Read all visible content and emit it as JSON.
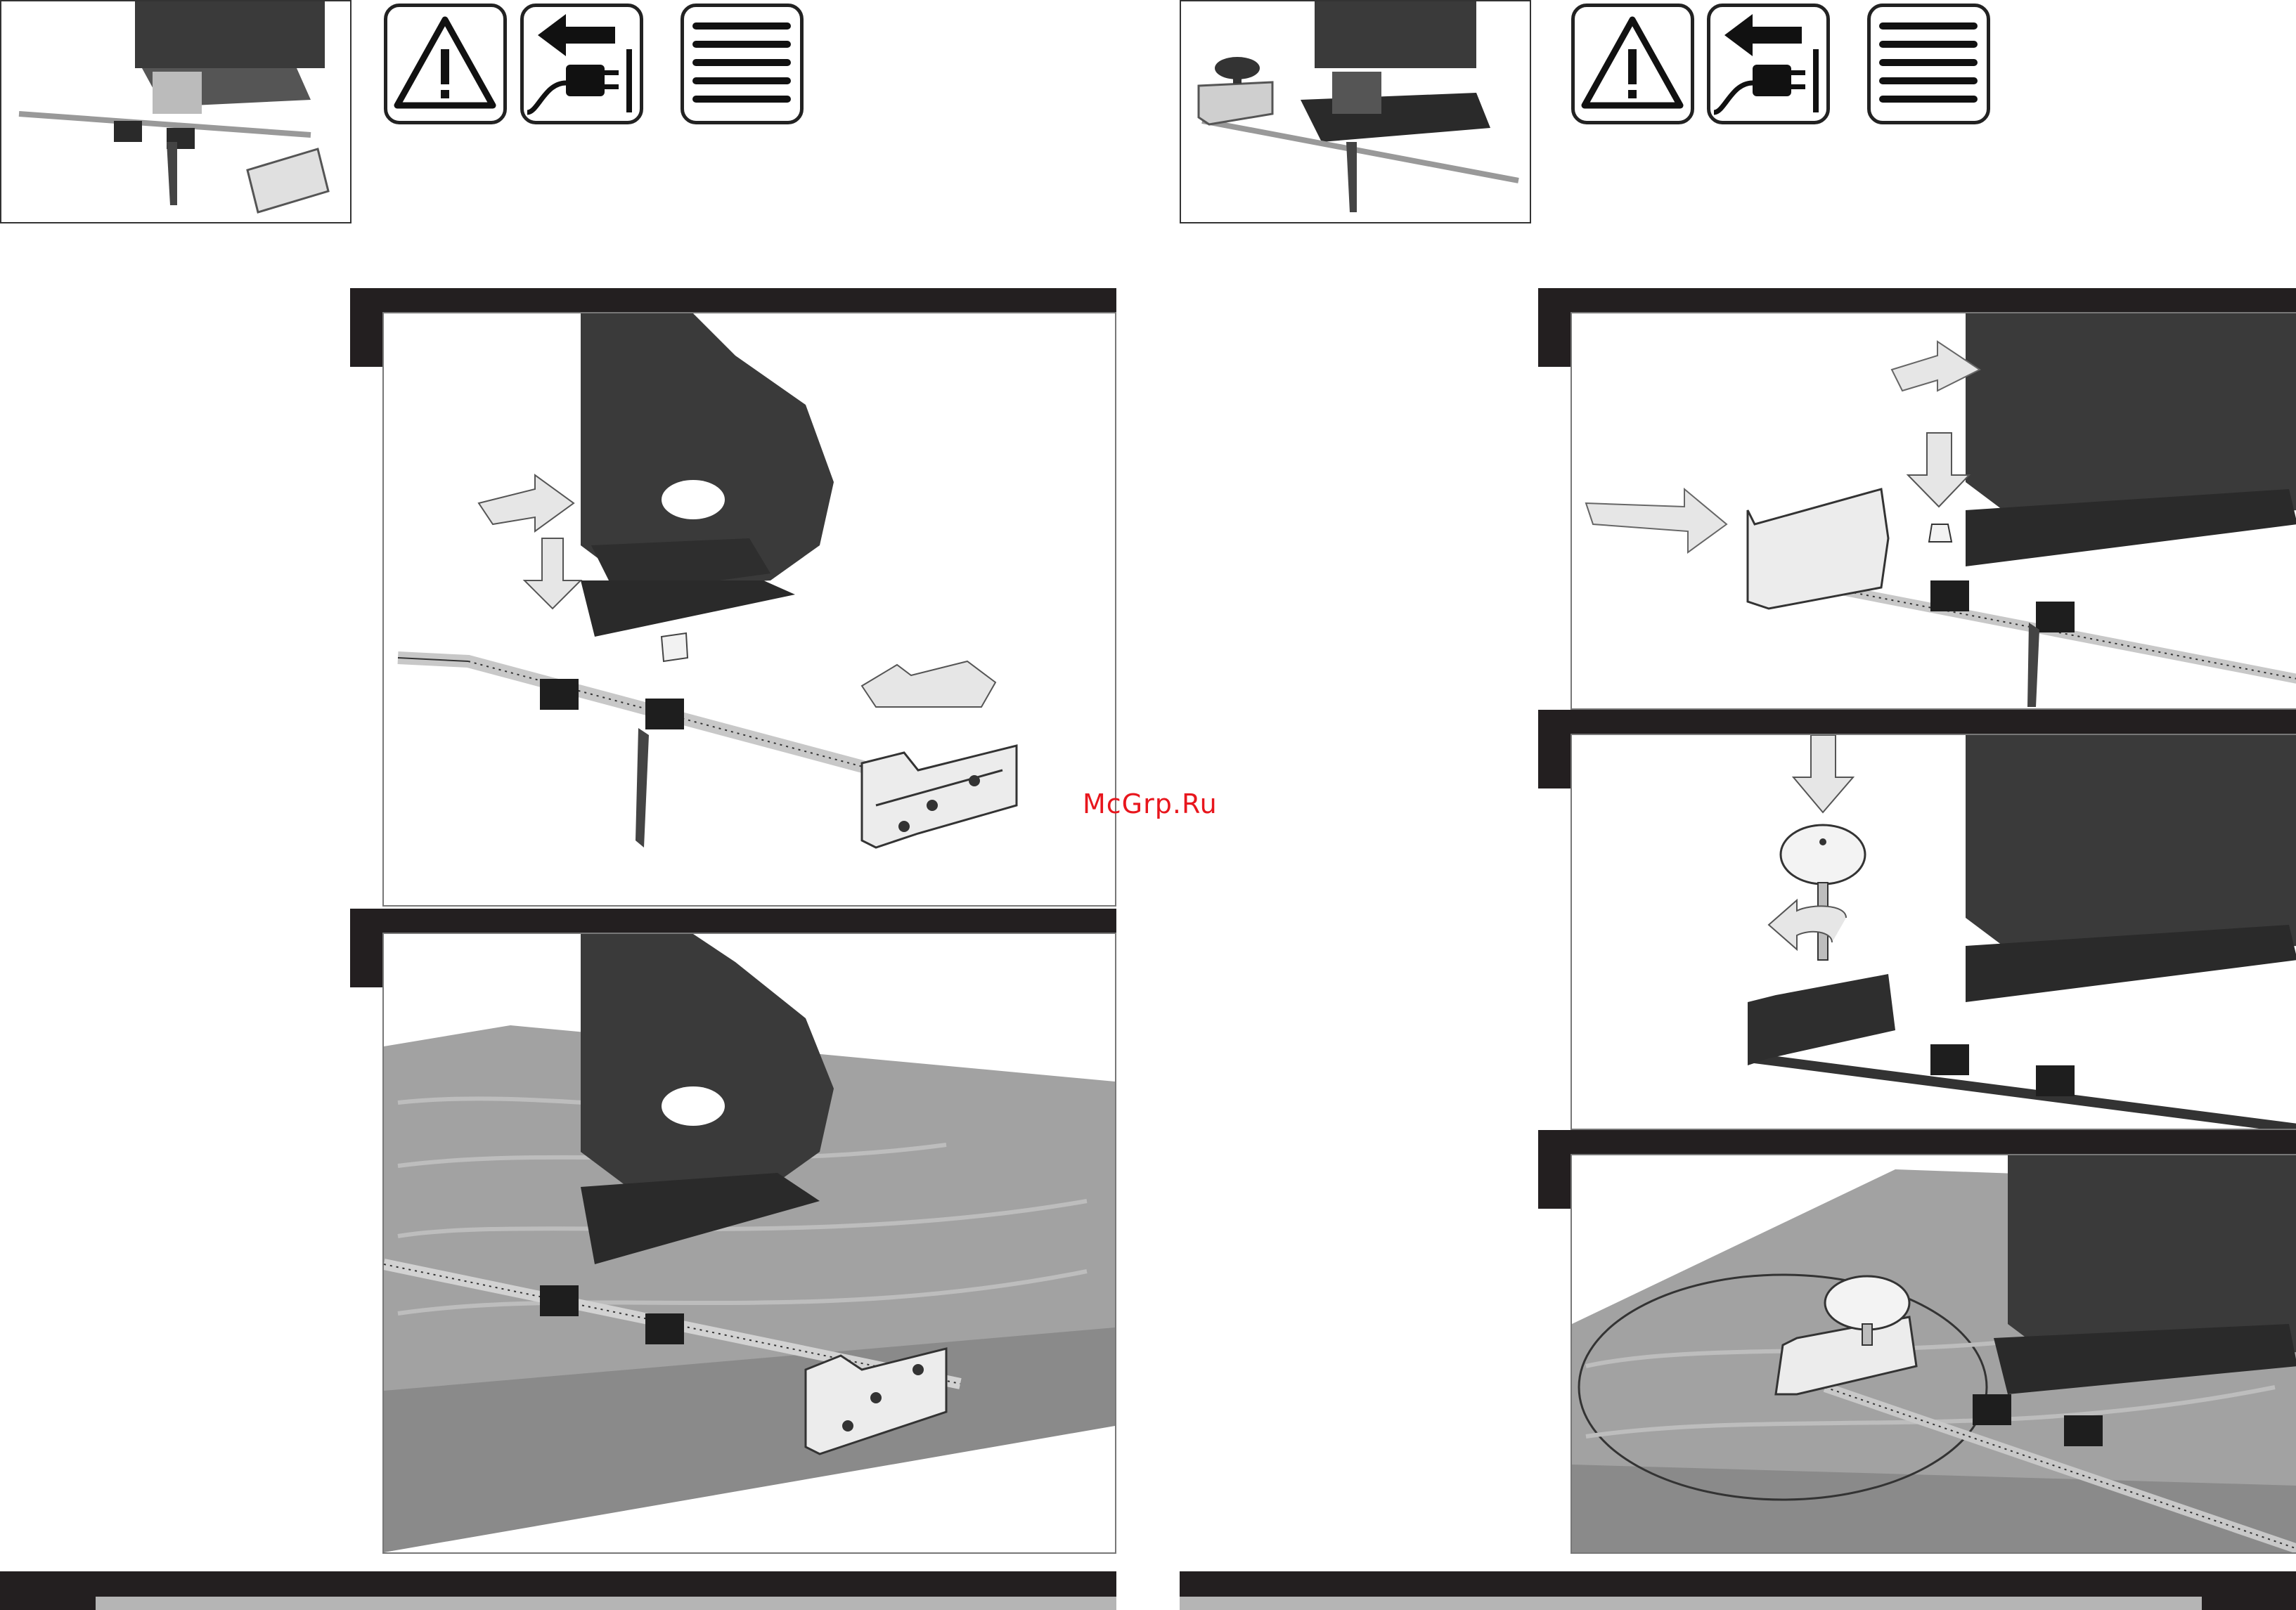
{
  "watermark": {
    "text": "McGrp.Ru"
  },
  "colors": {
    "bar": "#231f20",
    "tool_body": "#3a3a3a",
    "wood": "#9a9a9a",
    "arrow": "#e6e6e6",
    "watermark": "#e8161d"
  },
  "left_page": {
    "thumbnail": {
      "icon": "jigsaw-with-parallel-guide-icon"
    },
    "symbols": [
      "warning-triangle-icon",
      "unplug-icon",
      "accessory-list-icon"
    ],
    "figures": [
      {
        "id": "fig-1",
        "icon": "attach-parallel-guide-illustration"
      },
      {
        "id": "fig-2",
        "icon": "parallel-cut-on-board-illustration"
      }
    ]
  },
  "right_page": {
    "thumbnail": {
      "icon": "jigsaw-with-circle-guide-icon"
    },
    "symbols": [
      "warning-triangle-icon",
      "unplug-icon",
      "accessory-list-icon"
    ],
    "figures": [
      {
        "id": "fig-3",
        "icon": "insert-guide-reversed-illustration"
      },
      {
        "id": "fig-4",
        "icon": "mount-center-pin-knob-illustration"
      },
      {
        "id": "fig-5",
        "icon": "circle-cut-on-board-illustration"
      }
    ]
  }
}
